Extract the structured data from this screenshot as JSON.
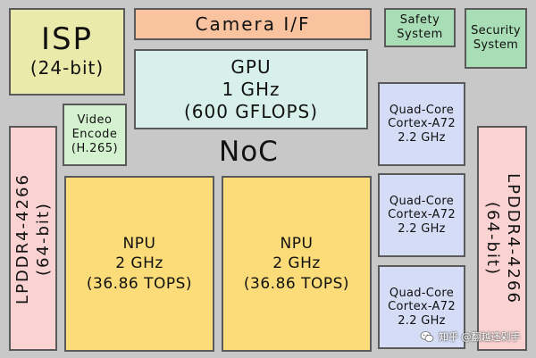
{
  "isp": {
    "line1": "ISP",
    "line2": "(24-bit)"
  },
  "camera_if": {
    "label": "Camera I/F"
  },
  "safety_system": {
    "line1": "Safety",
    "line2": "System"
  },
  "security_system": {
    "line1": "Security",
    "line2": "System"
  },
  "gpu": {
    "line1": "GPU",
    "line2": "1 GHz",
    "line3": "(600 GFLOPS)"
  },
  "video_encode": {
    "line1": "Video",
    "line2": "Encode",
    "line3": "(H.265)"
  },
  "noc": {
    "label": "NoC"
  },
  "cpu_clusters": [
    {
      "line1": "Quad-Core",
      "line2": "Cortex-A72",
      "line3": "2.2 GHz"
    },
    {
      "line1": "Quad-Core",
      "line2": "Cortex-A72",
      "line3": "2.2 GHz"
    },
    {
      "line1": "Quad-Core",
      "line2": "Cortex-A72",
      "line3": "2.2 GHz"
    }
  ],
  "lpddr_left": {
    "line1": "LPDDR4-4266",
    "line2": "(64-bit)"
  },
  "lpddr_right": {
    "line1": "LPDDR4-4266",
    "line2": "(64-bit)"
  },
  "npus": [
    {
      "line1": "NPU",
      "line2": "2 GHz",
      "line3": "(36.86 TOPS)"
    },
    {
      "line1": "NPU",
      "line2": "2 GHz",
      "line3": "(36.86 TOPS)"
    }
  ],
  "watermark": {
    "text": "知乎 @翻越还剁手"
  }
}
